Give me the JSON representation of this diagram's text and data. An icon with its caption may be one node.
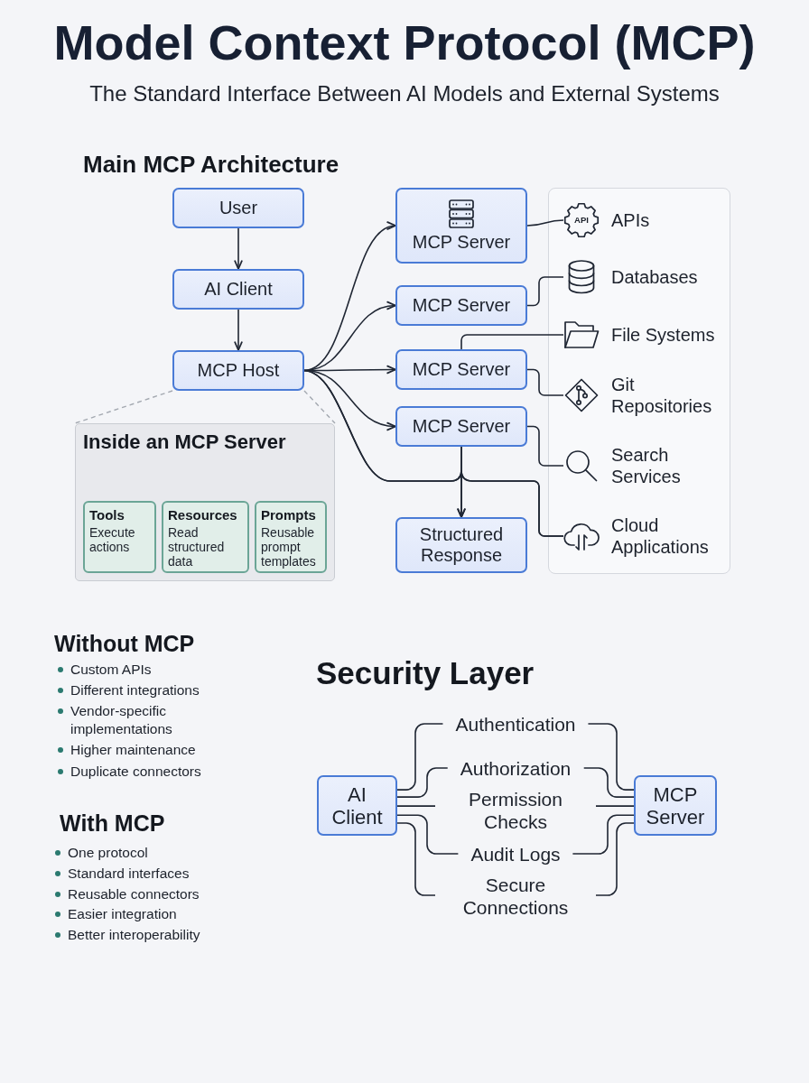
{
  "diagram": {
    "title": "Model Context Protocol (MCP)",
    "nodes": [
      {
        "text": [
          "User"
        ]
      },
      {
        "text": [
          "AI Client"
        ]
      },
      {
        "text": [
          "MCP Host"
        ]
      },
      {
        "text": [
          "MCP Server"
        ]
      },
      {
        "text": [
          "MCP Server"
        ]
      },
      {
        "text": [
          "MCP Server"
        ]
      },
      {
        "text": [
          "MCP Server"
        ]
      },
      {
        "text": [
          "Structured Response"
        ]
      },
      {
        "text": [],
        "shape": "box"
      },
      {
        "text": [
          "API",
          "APIs"
        ],
        "in": 8
      },
      {
        "text": [
          "Databases"
        ],
        "in": 8
      },
      {
        "text": [
          "File Systems"
        ],
        "in": 8
      },
      {
        "text": [
          "Git Repositories"
        ],
        "in": 8
      },
      {
        "text": [
          "Search Services"
        ],
        "in": 8
      },
      {
        "text": [
          "Cloud Applications"
        ],
        "in": 8
      },
      {
        "text": [
          "Inside an MCP Server"
        ]
      },
      {
        "text": [
          "Tools",
          "Execute actions"
        ],
        "in": 15
      },
      {
        "text": [
          "Resources",
          "Read structured data"
        ],
        "in": 15
      },
      {
        "text": [
          "Prompts",
          "Reusable prompt templates"
        ],
        "in": 15
      },
      {
        "text": [
          "AI Client"
        ]
      },
      {
        "text": [
          "MCP Server"
        ]
      }
    ],
    "edges": [
      {
        "from": 0,
        "to": 1,
        "arrow": "to"
      },
      {
        "from": 1,
        "to": 2,
        "arrow": "to"
      },
      {
        "from": 2,
        "to": 3,
        "arrow": "to"
      },
      {
        "from": 2,
        "to": 4,
        "arrow": "to"
      },
      {
        "from": 2,
        "to": 5,
        "arrow": "to"
      },
      {
        "from": 2,
        "to": 6,
        "arrow": "to"
      },
      {
        "from": 2,
        "to": 7,
        "arrow": "to"
      },
      {
        "from": 6,
        "to": 7,
        "arrow": "to"
      },
      {
        "from": 3,
        "to": 9,
        "arrow": "none"
      },
      {
        "from": 4,
        "to": 10,
        "arrow": "none"
      },
      {
        "from": 5,
        "to": 11,
        "arrow": "none"
      },
      {
        "from": 5,
        "to": 12,
        "arrow": "none"
      },
      {
        "from": 6,
        "to": 13,
        "arrow": "none"
      },
      {
        "from": 6,
        "to": 14,
        "arrow": "none"
      },
      {
        "from": 2,
        "to": 14,
        "arrow": "none"
      },
      {
        "from": 2,
        "to": 15,
        "arrow": "none",
        "style": "dashed",
        "color": "#a3a8b0"
      },
      {
        "from": 2,
        "to": 15,
        "arrow": "none",
        "style": "dashed",
        "color": "#a3a8b0"
      },
      {
        "from": 19,
        "to": 20,
        "arrow": "none",
        "label": "Authentication"
      },
      {
        "from": 19,
        "to": 20,
        "arrow": "none",
        "label": "Authorization"
      },
      {
        "from": 19,
        "to": 20,
        "arrow": "none",
        "label": "Permission Checks"
      },
      {
        "from": 19,
        "to": 20,
        "arrow": "none",
        "label": "Audit Logs"
      },
      {
        "from": 19,
        "to": 20,
        "arrow": "none",
        "label": "Secure Connections"
      }
    ],
    "labels": [
      "The Standard Interface Between AI Models and External Systems",
      "Main MCP Architecture",
      "Without MCP",
      "Custom APIs",
      "Different integrations",
      "Vendor-specific implementations",
      "Higher maintenance",
      "Duplicate connectors",
      "With MCP",
      "One protocol",
      "Standard interfaces",
      "Reusable connectors",
      "Easier integration",
      "Better interoperability",
      "Security Layer"
    ]
  }
}
